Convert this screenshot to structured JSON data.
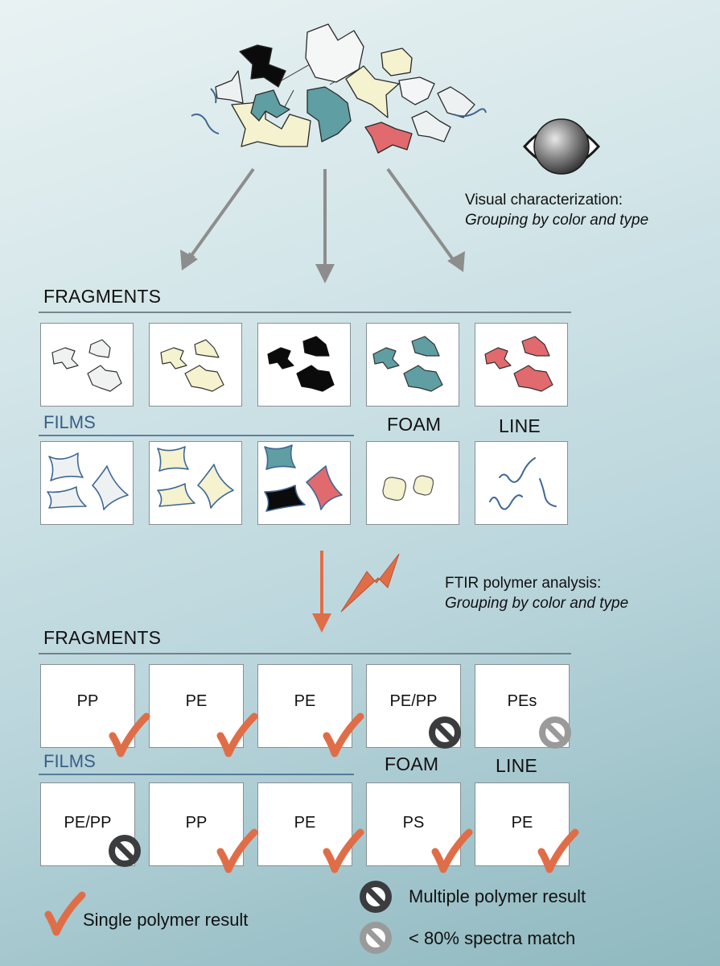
{
  "visual": {
    "line1": "Visual characterization:",
    "line2": "Grouping by color and type"
  },
  "ftir": {
    "line1": "FTIR polymer analysis:",
    "line2": "Grouping by color and type"
  },
  "sections": {
    "fragments_top": "FRAGMENTS",
    "films_top": "FILMS",
    "foam_top": "FOAM",
    "line_top": "LINE",
    "fragments_bottom": "FRAGMENTS",
    "films_bottom": "FILMS",
    "foam_bottom": "FOAM",
    "line_bottom": "LINE"
  },
  "colors": {
    "white_piece": "#f0f1f1",
    "yellow_piece": "#f4f2cf",
    "black_piece": "#0b0b0b",
    "teal_piece": "#5f9ea2",
    "red_piece": "#e16a6e",
    "line_blue": "#3f6794",
    "check_orange": "#df6e48",
    "multi_dark": "#3a3c3e",
    "partial_gray": "#9a9a9a",
    "arrow_gray": "#8d8d8d",
    "arrow_orange": "#df6e48"
  },
  "results": {
    "fragments": [
      {
        "label": "PP",
        "status": "single"
      },
      {
        "label": "PE",
        "status": "single"
      },
      {
        "label": "PE",
        "status": "single"
      },
      {
        "label": "PE/PP",
        "status": "multiple"
      },
      {
        "label": "PEs",
        "status": "low-match"
      }
    ],
    "films": [
      {
        "label": "PE/PP",
        "status": "multiple"
      },
      {
        "label": "PP",
        "status": "single"
      },
      {
        "label": "PE",
        "status": "single"
      }
    ],
    "foam": {
      "label": "PS",
      "status": "single"
    },
    "line": {
      "label": "PE",
      "status": "single"
    }
  },
  "legend": {
    "single": "Single polymer result",
    "multiple": "Multiple polymer result",
    "low_match": "< 80% spectra match"
  },
  "icons": {
    "eye": "eye-icon",
    "lightning": "lightning-icon",
    "check": "check-icon",
    "no": "no-symbol-icon"
  }
}
